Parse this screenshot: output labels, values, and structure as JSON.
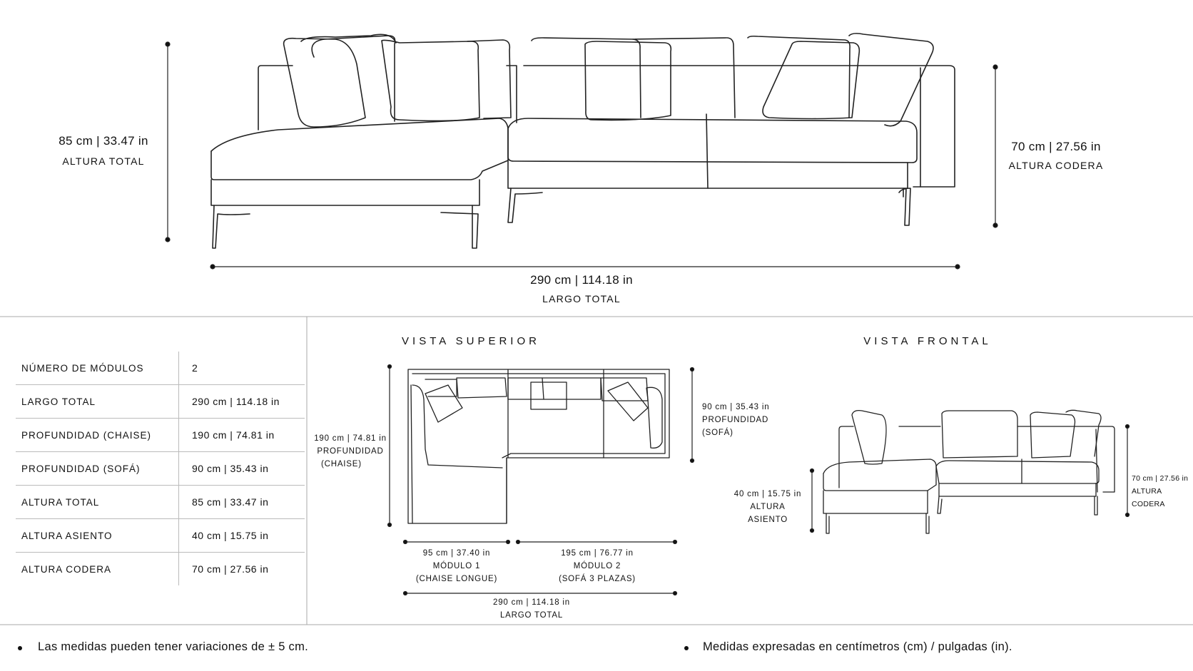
{
  "main_view": {
    "height_value": "85 cm | 33.47 in",
    "height_label": "ALTURA TOTAL",
    "arm_value": "70 cm | 27.56 in",
    "arm_label": "ALTURA CODERA",
    "length_value": "290 cm | 114.18 in",
    "length_label": "LARGO TOTAL"
  },
  "spec_table": {
    "rows": [
      {
        "label": "NÚMERO DE MÓDULOS",
        "value": "2"
      },
      {
        "label": "LARGO TOTAL",
        "value": "290 cm  |  114.18 in"
      },
      {
        "label": "PROFUNDIDAD (CHAISE)",
        "value": "190 cm  |  74.81 in"
      },
      {
        "label": "PROFUNDIDAD (SOFÁ)",
        "value": "90 cm  |  35.43 in"
      },
      {
        "label": "ALTURA TOTAL",
        "value": "85 cm  |  33.47 in"
      },
      {
        "label": "ALTURA ASIENTO",
        "value": "40 cm  |  15.75 in"
      },
      {
        "label": "ALTURA CODERA",
        "value": "70 cm  |  27.56 in"
      }
    ]
  },
  "top_view": {
    "title": "VISTA SUPERIOR",
    "chaise_depth": [
      "190 cm | 74.81 in",
      "PROFUNDIDAD",
      "(CHAISE)"
    ],
    "sofa_depth": [
      "90 cm | 35.43 in",
      "PROFUNDIDAD",
      "(SOFÁ)"
    ],
    "module1": [
      "95 cm | 37.40 in",
      "MÓDULO 1",
      "(CHAISE LONGUE)"
    ],
    "module2": [
      "195 cm | 76.77 in",
      "MÓDULO 2",
      "(SOFÁ 3 PLAZAS)"
    ],
    "total": [
      "290 cm | 114.18 in",
      "LARGO TOTAL"
    ]
  },
  "front_view": {
    "title": "VISTA FRONTAL",
    "seat": [
      "40 cm | 15.75 in",
      "ALTURA",
      "ASIENTO"
    ],
    "arm": [
      "70 cm | 27.56 in",
      "ALTURA",
      "CODERA"
    ]
  },
  "notes": {
    "left": "Las medidas pueden tener variaciones de ± 5 cm.",
    "right": "Medidas expresadas en centímetros (cm) / pulgadas (in)."
  }
}
